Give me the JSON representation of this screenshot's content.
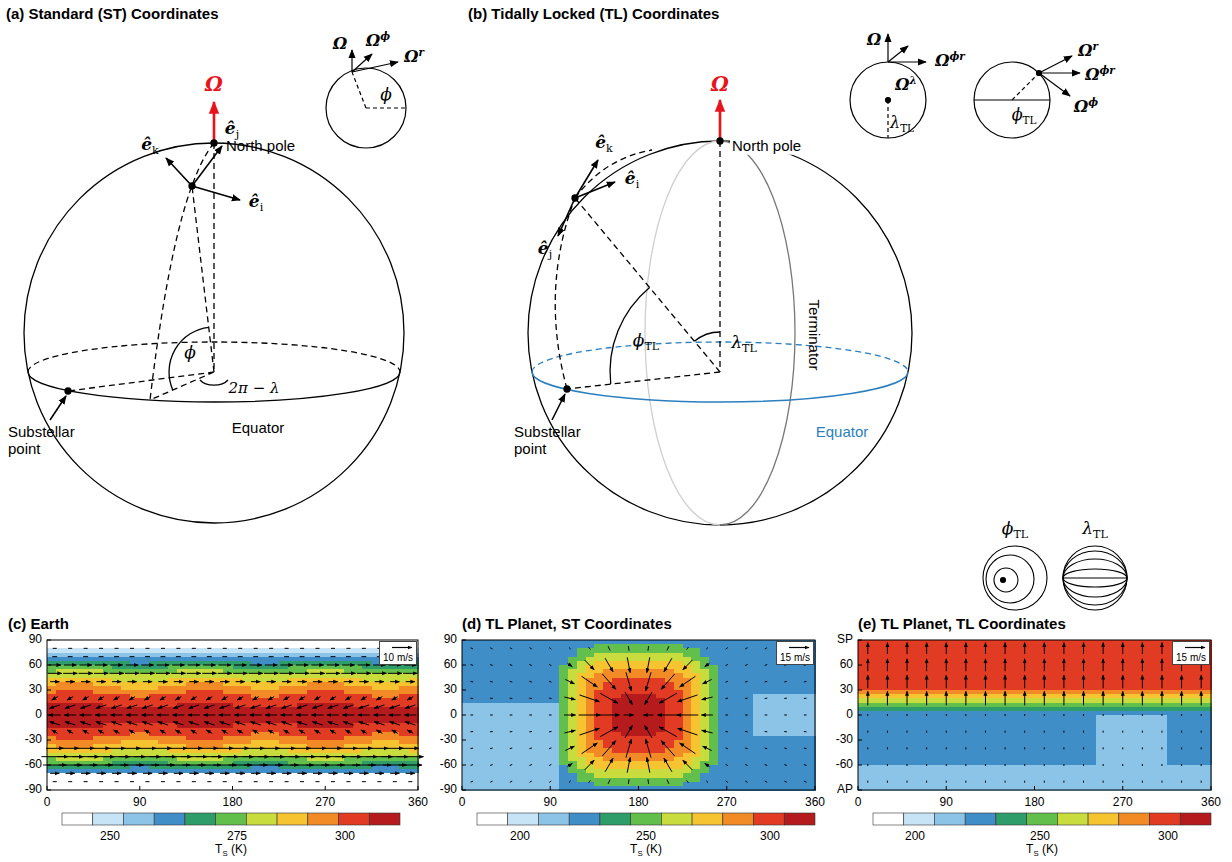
{
  "diagram": {
    "nodes": [
      {
        "text": [
          "10 m/s"
        ]
      },
      {
        "text": [
          "15 m/s"
        ]
      },
      {
        "text": [
          "15 m/s"
        ]
      }
    ],
    "labels": [
      "(a) Standard (ST) Coordinates",
      "(b) Tidally Locked (TL) Coordinates",
      "Ω",
      "North pole",
      "êk",
      "êj",
      "êi",
      "ϕ",
      "2π − λ",
      "Substellar point",
      "Equator",
      "Ω",
      "Ωϕ",
      "Ωr",
      "ϕ",
      "Ω",
      "North pole",
      "êk",
      "êi",
      "êj",
      "ϕTL",
      "λTL",
      "Terminator",
      "Substellar point",
      "Equator",
      "Ω",
      "Ωλ",
      "Ωϕr",
      "λTL",
      "Ωr",
      "Ωϕr",
      "Ωϕ",
      "ϕTL",
      "ϕTL",
      "λTL",
      "(c) Earth",
      "90",
      "60",
      "30",
      "0",
      "-30",
      "-60",
      "-90",
      "0",
      "90",
      "180",
      "270",
      "360",
      "250",
      "275",
      "300",
      "TS (K)",
      "(d) TL Planet, ST Coordinates",
      "90",
      "60",
      "30",
      "0",
      "-30",
      "-60",
      "-90",
      "0",
      "90",
      "180",
      "270",
      "360",
      "200",
      "250",
      "300",
      "TS (K)",
      "(e) TL Planet, TL Coordinates",
      "SP",
      "60",
      "30",
      "0",
      "-30",
      "-60",
      "AP",
      "0",
      "90",
      "180",
      "270",
      "360",
      "200",
      "250",
      "300",
      "TS (K)"
    ]
  }
}
